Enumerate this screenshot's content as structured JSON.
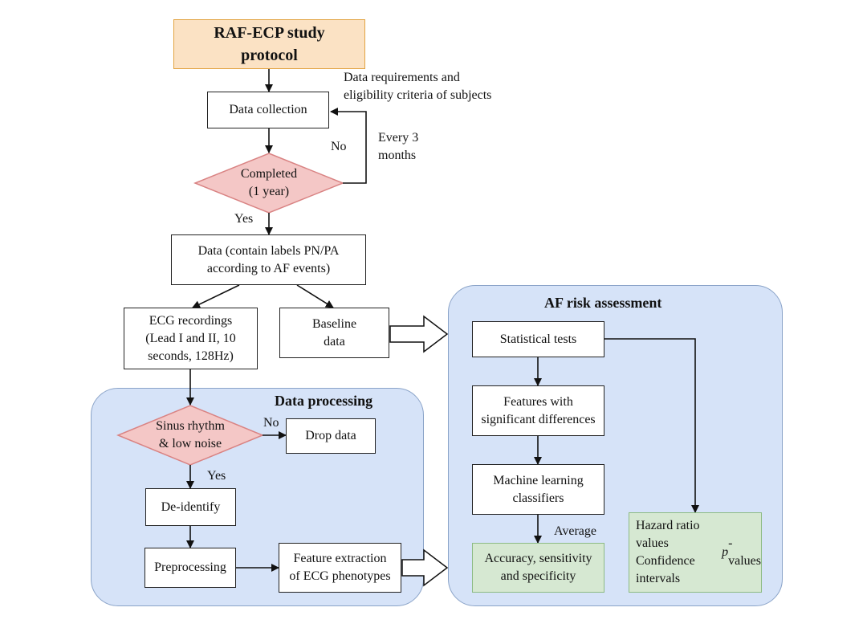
{
  "diagram": {
    "regions": {
      "data_processing": "Data processing",
      "af_risk": "AF risk assessment"
    },
    "nodes": {
      "protocol": "RAF-ECP study\nprotocol",
      "data_collection": "Data collection",
      "completed": "Completed\n(1 year)",
      "data_labels": "Data (contain labels PN/PA\naccording to AF events)",
      "ecg_recordings": "ECG recordings\n(Lead I and II, 10\nseconds, 128Hz)",
      "baseline": "Baseline\ndata",
      "sinus": "Sinus rhythm\n& low noise",
      "drop": "Drop data",
      "deidentify": "De-identify",
      "preprocessing": "Preprocessing",
      "feature_extraction": "Feature extraction\nof ECG phenotypes",
      "statistical_tests": "Statistical tests",
      "features_sig": "Features with\nsignificant differences",
      "ml_classifiers": "Machine learning\nclassifiers",
      "accuracy": "Accuracy, sensitivity\nand specificity",
      "hazard": "Hazard ratio values\nConfidence intervals\np-values"
    },
    "labels": {
      "requirements": "Data requirements and\neligibility criteria of subjects",
      "no_loop": "No",
      "every3": "Every 3\nmonths",
      "yes_completed": "Yes",
      "no_sinus": "No",
      "yes_sinus": "Yes",
      "average": "Average"
    }
  }
}
